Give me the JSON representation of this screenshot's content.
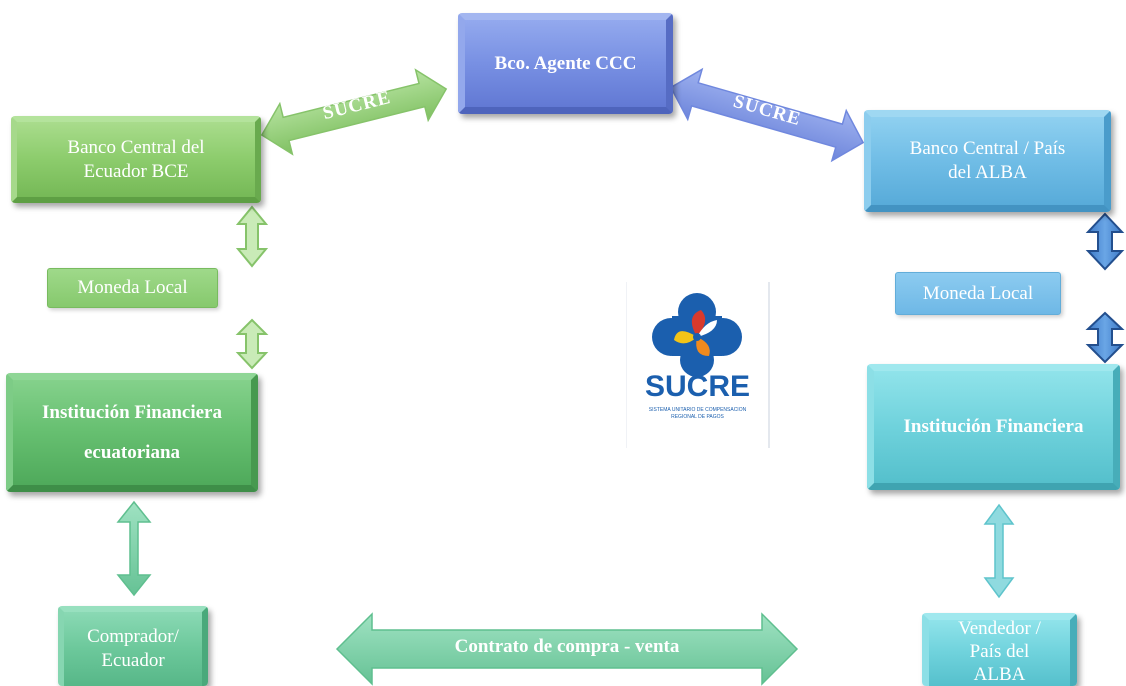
{
  "nodes": {
    "agente": "Bco. Agente CCC",
    "bce": "Banco Central del Ecuador BCE",
    "bc_alba": "Banco Central / País del ALBA",
    "moneda_left": "Moneda Local",
    "moneda_right": "Moneda Local",
    "ifi_ec": "Institución Financiera ecuatoriana",
    "ifi_alba": "Institución Financiera",
    "comprador": "Comprador/ Ecuador",
    "vendedor": "Vendedor / País del ALBA"
  },
  "arrows": {
    "sucre_left": "SUCRE",
    "sucre_right": "SUCRE",
    "contrato": "Contrato de compra - venta"
  },
  "logo": {
    "title": "SUCRE",
    "subtitle_line1": "SISTEMA UNITARIO DE COMPENSACIÓN",
    "subtitle_line2": "REGIONAL DE PAGOS"
  },
  "colors": {
    "green": "#8ccc6c",
    "blue": "#7890e3",
    "sky": "#70bde6",
    "cyan": "#6fd2dc",
    "teal": "#6cc89b",
    "logo_blue": "#1b5fae",
    "logo_red": "#d83a2c",
    "logo_yellow": "#f3c417",
    "logo_orange": "#f08a1e"
  }
}
